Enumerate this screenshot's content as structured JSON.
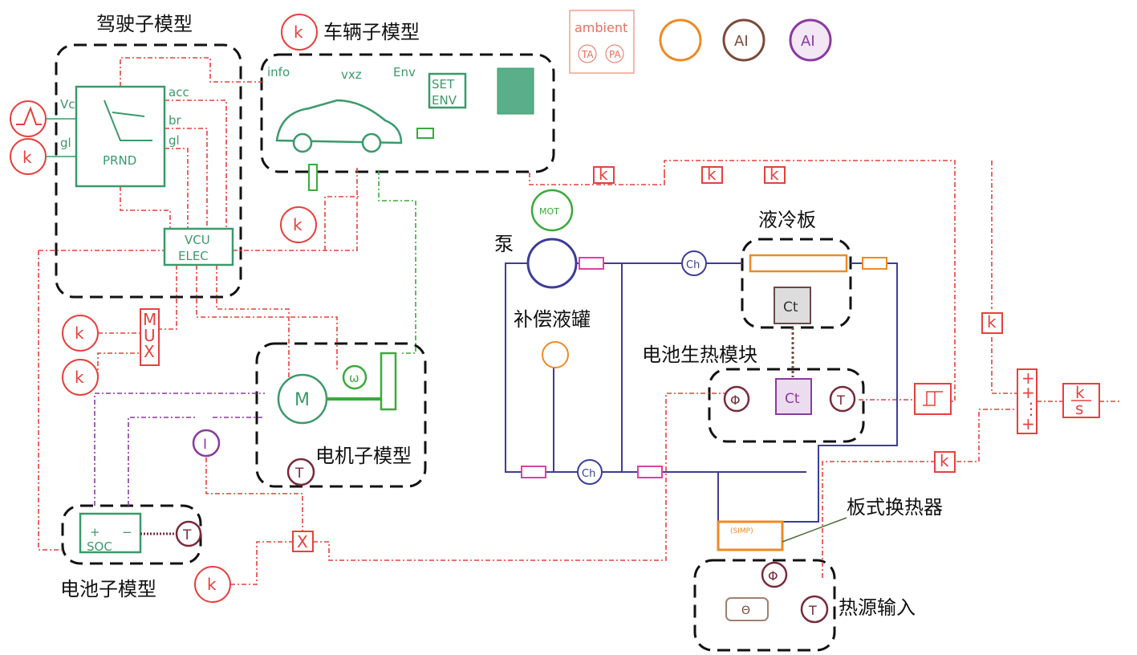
{
  "labels": {
    "driver_submodel": "驾驶子模型",
    "vehicle_submodel": "车辆子模型",
    "pump": "泵",
    "cold_plate": "液冷板",
    "expansion_tank": "补偿液罐",
    "battery_heat_module": "电池生热模块",
    "motor_submodel": "电机子模型",
    "battery_submodel": "电池子模型",
    "plate_heat_exchanger": "板式换热器",
    "heat_source_input": "热源输入"
  },
  "driver": {
    "vc": "Vc",
    "gl": "gl",
    "acc": "acc",
    "br": "br",
    "gl_out": "gl",
    "gear": "PRND"
  },
  "vehicle": {
    "info": "info",
    "vxz": "vxz",
    "env": "Env",
    "set": "SET",
    "env2": "ENV"
  },
  "vcu": {
    "line1": "VCU",
    "line2": "ELEC"
  },
  "ambient": {
    "title": "ambient",
    "ta": "TA",
    "pa": "PA"
  },
  "ai1": "AI",
  "ai2": "AI",
  "k": "k",
  "mux": [
    "M",
    "U",
    "X"
  ],
  "motor": {
    "m": "M",
    "omega": "ω",
    "t": "T",
    "i": "I"
  },
  "battery": {
    "plus": "+",
    "minus": "−",
    "soc": "SOC",
    "t": "T"
  },
  "multiply": "X",
  "hydraulic": {
    "ch": "Ch",
    "ct": "Ct",
    "phi": "Φ",
    "t": "T",
    "mot": "MOT",
    "simp": "(SIMP)",
    "theta": "Θ"
  },
  "sum": [
    "+",
    "+",
    "⋮",
    "+"
  ],
  "integrator": {
    "num": "k",
    "den": "s"
  },
  "colors": {
    "signal": "#e8403c",
    "mechanical": "#3a9a6a",
    "hydraulic": "#3d3d99",
    "thermal": "#f08a24",
    "electric": "#8a3aa0"
  }
}
